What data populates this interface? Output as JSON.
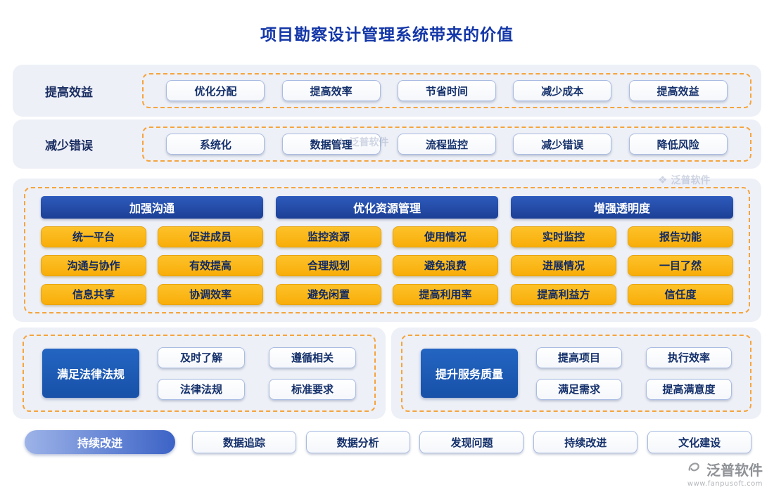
{
  "title": "项目勘察设计管理系统带来的价值",
  "rows": [
    {
      "label": "提高效益",
      "items": [
        "优化分配",
        "提高效率",
        "节省时间",
        "减少成本",
        "提高效益"
      ]
    },
    {
      "label": "减少错误",
      "items": [
        "系统化",
        "数据管理",
        "流程监控",
        "减少错误",
        "降低风险"
      ]
    }
  ],
  "columns": [
    {
      "header": "加强沟通",
      "items": [
        "统一平台",
        "促进成员",
        "沟通与协作",
        "有效提高",
        "信息共享",
        "协调效率"
      ]
    },
    {
      "header": "优化资源管理",
      "items": [
        "监控资源",
        "使用情况",
        "合理规划",
        "避免浪费",
        "避免闲置",
        "提高利用率"
      ]
    },
    {
      "header": "增强透明度",
      "items": [
        "实时监控",
        "报告功能",
        "进展情况",
        "一目了然",
        "提高利益方",
        "信任度"
      ]
    }
  ],
  "sections": [
    {
      "header": "满足法律法规",
      "items": [
        "及时了解",
        "遵循相关",
        "法律法规",
        "标准要求"
      ]
    },
    {
      "header": "提升服务质量",
      "items": [
        "提高项目",
        "执行效率",
        "满足需求",
        "提高满意度"
      ]
    }
  ],
  "bottom": {
    "label": "持续改进",
    "items": [
      "数据追踪",
      "数据分析",
      "发现问题",
      "持续改进",
      "文化建设"
    ]
  },
  "watermark": {
    "text": "泛普软件"
  },
  "footer": {
    "brand": "泛普软件",
    "url": "www.fanpusoft.com"
  },
  "colors": {
    "title_blue": "#1437a8",
    "header_blue": "#1c3f95",
    "gold": "#fbb413",
    "dashed_orange": "#f5a43c"
  }
}
